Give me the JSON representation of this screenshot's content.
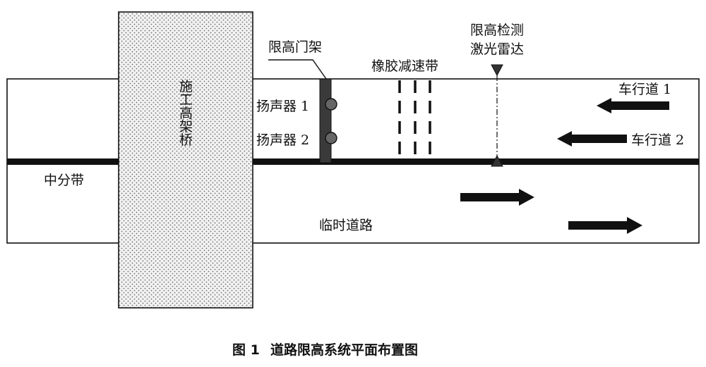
{
  "diagram": {
    "bridge_label": "施工高架桥",
    "median_label": "中分带",
    "temporary_road_label": "临时道路",
    "gantry_label": "限高门架",
    "speaker_1_label": "扬声器 1",
    "speaker_2_label": "扬声器 2",
    "speed_bump_label": "橡胶减速带",
    "laser_radar_label_line1": "限高检测",
    "laser_radar_label_line2": "激光雷达",
    "lane_1_label": "车行道 1",
    "lane_2_label": "车行道 2"
  },
  "caption": {
    "figure_number": "图 1",
    "title": "道路限高系统平面布置图"
  },
  "colors": {
    "ink": "#111111",
    "gantry": "#3a3a3a",
    "bridge_fill": "#f0f0f0",
    "bridge_dots": "#7a7a7a"
  }
}
